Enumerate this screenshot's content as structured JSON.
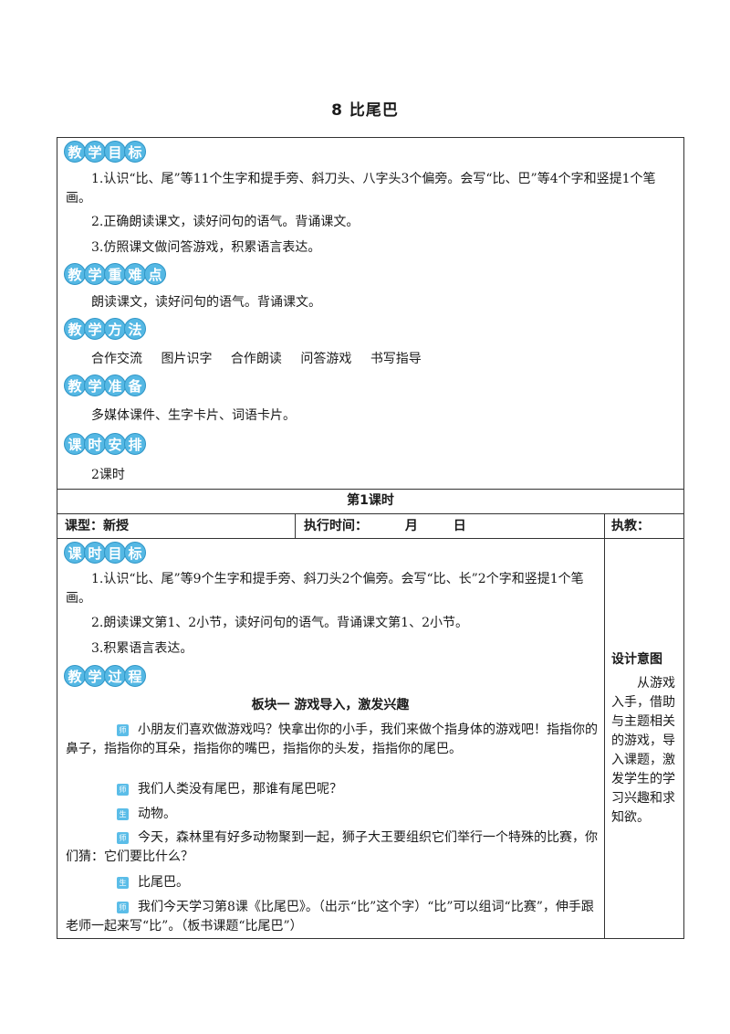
{
  "document": {
    "title": "8 比尾巴"
  },
  "overview": {
    "goals_heading": [
      "教",
      "学",
      "目",
      "标"
    ],
    "goals": [
      "1.认识“比、尾”等11个生字和提手旁、斜刀头、八字头3个偏旁。会写“比、巴”等4个字和竖提1个笔画。",
      "2.正确朗读课文，读好问句的语气。背诵课文。",
      "3.仿照课文做问答游戏，积累语言表达。"
    ],
    "key_points_heading": [
      "教",
      "学",
      "重",
      "难",
      "点"
    ],
    "key_points": "朗读课文，读好问句的语气。背诵课文。",
    "methods_heading": [
      "教",
      "学",
      "方",
      "法"
    ],
    "methods": [
      "合作交流",
      "图片识字",
      "合作朗读",
      "问答游戏",
      "书写指导"
    ],
    "prep_heading": [
      "教",
      "学",
      "准",
      "备"
    ],
    "prep": "多媒体课件、生字卡片、词语卡片。",
    "schedule_heading": [
      "课",
      "时",
      "安",
      "排"
    ],
    "schedule": "2课时"
  },
  "lesson1": {
    "title": "第1课时",
    "type_label": "课型：新授",
    "time_label": "执行时间：",
    "month": "月",
    "day": "日",
    "teacher_label": "执教：",
    "goals_heading": [
      "课",
      "时",
      "目",
      "标"
    ],
    "goals": [
      "1.认识“比、尾”等9个生字和提手旁、斜刀头2个偏旁。会写“比、长”2个字和竖提1个笔画。",
      "2.朗读课文第1、2小节，读好问句的语气。背诵课文第1、2小节。",
      "3.积累语言表达。"
    ],
    "process_heading": [
      "教",
      "学",
      "过",
      "程"
    ],
    "section_title": "板块一  游戏导入，激发兴趣",
    "dialogue": [
      {
        "role": "师",
        "text": "小朋友们喜欢做游戏吗？快拿出你的小手，我们来做个指身体的游戏吧！指指你的鼻子，指指你的耳朵，指指你的嘴巴，指指你的头发，指指你的尾巴。"
      },
      {
        "role": "师",
        "text": "我们人类没有尾巴，那谁有尾巴呢？"
      },
      {
        "role": "生",
        "text": "动物。"
      },
      {
        "role": "师",
        "text": "今天，森林里有好多动物聚到一起，狮子大王要组织它们举行一个特殊的比赛，你们猜：它们要比什么？"
      },
      {
        "role": "生",
        "text": "比尾巴。"
      },
      {
        "role": "师",
        "text": "我们今天学习第8课《比尾巴》。（出示“比”这个字）“比”可以组词“比赛”，伸手跟老师一起来写“比”。（板书课题“比尾巴”）"
      }
    ],
    "side_title": "设计意图",
    "side_text": "从游戏入手，借助与主题相关的游戏，导入课题，激发学生的学习兴趣和求知欲。"
  }
}
